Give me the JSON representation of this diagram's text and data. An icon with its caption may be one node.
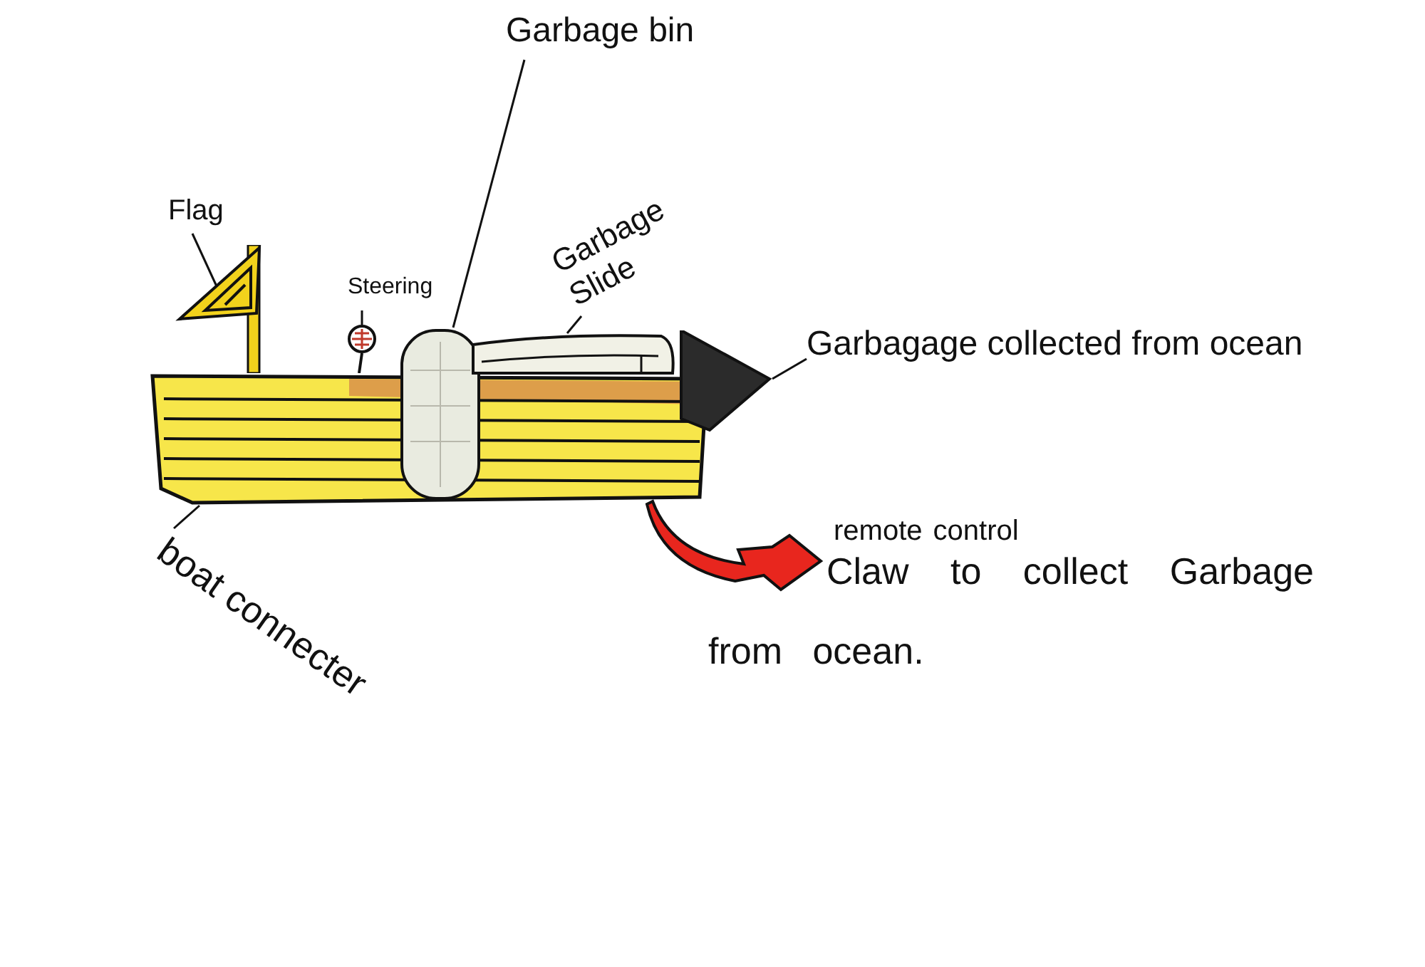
{
  "diagram": {
    "nodes": [
      {
        "text": [
          "Garbage bin"
        ]
      },
      {
        "text": [
          "Flag"
        ]
      },
      {
        "text": [
          "Steering"
        ]
      },
      {
        "text": [
          "Garbage Slide"
        ]
      },
      {
        "text": [
          "Garbagage collected from ocean"
        ]
      },
      {
        "text": [
          "boat connecter"
        ]
      },
      {
        "text": [],
        "shape": "picture"
      },
      {
        "text": [],
        "shape": "picture"
      },
      {
        "text": [],
        "shape": "picture"
      },
      {
        "text": [],
        "shape": "picture"
      },
      {
        "text": [],
        "shape": "picture"
      },
      {
        "text": [],
        "shape": "picture"
      }
    ],
    "edges": [
      {
        "from": 0,
        "to": 9,
        "arrow": "none"
      },
      {
        "from": 1,
        "to": 7,
        "arrow": "none"
      },
      {
        "from": 2,
        "to": 8,
        "arrow": "none"
      },
      {
        "from": 3,
        "to": 10,
        "arrow": "none"
      },
      {
        "from": 4,
        "to": 11,
        "arrow": "none"
      },
      {
        "from": 5,
        "to": 6,
        "arrow": "none"
      }
    ],
    "labels": [
      "remote control",
      "Claw to collect Garbage",
      "from ocean."
    ]
  }
}
